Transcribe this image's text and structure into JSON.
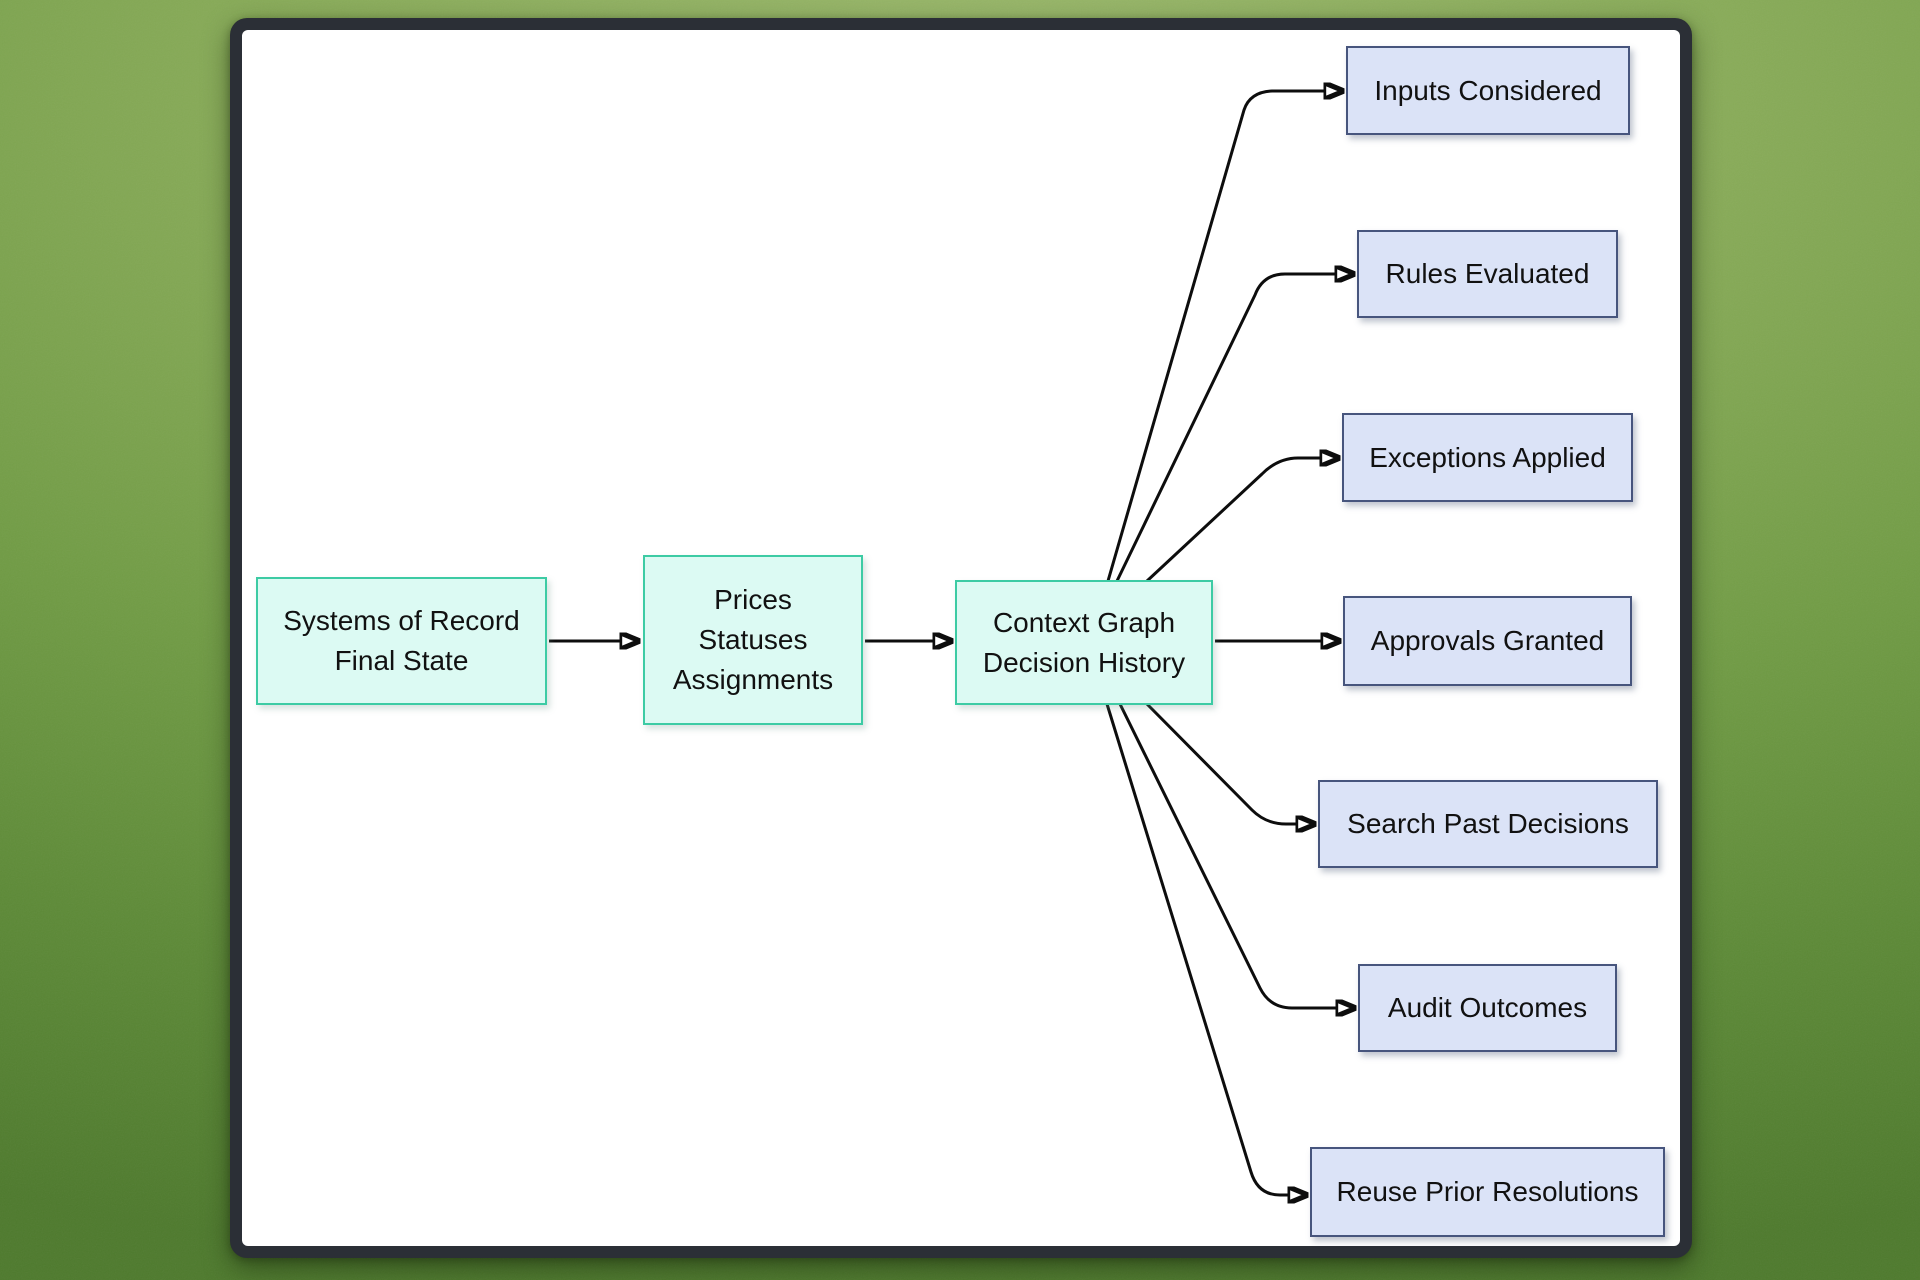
{
  "diagram": {
    "nodes": {
      "source": {
        "id": "source",
        "lines": [
          "Systems of Record",
          "Final State"
        ]
      },
      "stage": {
        "id": "stage",
        "lines": [
          "Prices",
          "Statuses",
          "Assignments"
        ]
      },
      "hub": {
        "id": "hub",
        "lines": [
          "Context Graph",
          "Decision History"
        ]
      }
    },
    "outputs": [
      {
        "id": "inputs-considered",
        "label": "Inputs Considered"
      },
      {
        "id": "rules-evaluated",
        "label": "Rules Evaluated"
      },
      {
        "id": "exceptions-applied",
        "label": "Exceptions Applied"
      },
      {
        "id": "approvals-granted",
        "label": "Approvals Granted"
      },
      {
        "id": "search-past-decisions",
        "label": "Search Past Decisions"
      },
      {
        "id": "audit-outcomes",
        "label": "Audit Outcomes"
      },
      {
        "id": "reuse-prior-resolutions",
        "label": "Reuse Prior Resolutions"
      }
    ],
    "edges": [
      {
        "from": "source",
        "to": "stage"
      },
      {
        "from": "stage",
        "to": "hub"
      },
      {
        "from": "hub",
        "to": "inputs-considered"
      },
      {
        "from": "hub",
        "to": "rules-evaluated"
      },
      {
        "from": "hub",
        "to": "exceptions-applied"
      },
      {
        "from": "hub",
        "to": "approvals-granted"
      },
      {
        "from": "hub",
        "to": "search-past-decisions"
      },
      {
        "from": "hub",
        "to": "audit-outcomes"
      },
      {
        "from": "hub",
        "to": "reuse-prior-resolutions"
      }
    ],
    "colors": {
      "mint_fill": "#dcfaf3",
      "mint_border": "#3dcba4",
      "blue_fill": "#dbe3f7",
      "blue_border": "#47557d",
      "edge_stroke": "#0d0d0d",
      "canvas": "#ffffff",
      "frame": "#2b2f36",
      "background_green": "#719c45"
    }
  }
}
